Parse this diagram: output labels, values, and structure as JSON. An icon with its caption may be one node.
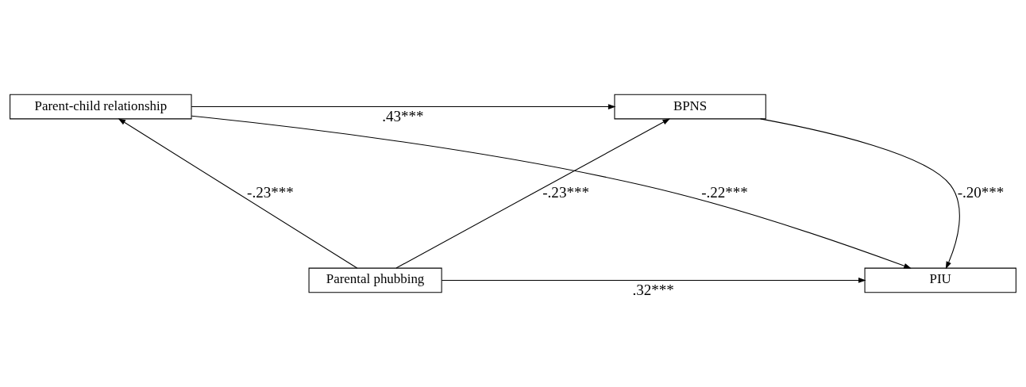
{
  "diagram": {
    "nodes": [
      {
        "text": [
          "Parental phubbing"
        ]
      },
      {
        "text": [
          "Parent-child relationship"
        ]
      },
      {
        "text": [
          "BPNS"
        ]
      },
      {
        "text": [
          "PIU"
        ]
      }
    ],
    "edges": [
      {
        "from": 0,
        "to": 1,
        "arrow": "to",
        "label": "-.23***"
      },
      {
        "from": 1,
        "to": 2,
        "arrow": "to",
        "label": ".43***"
      },
      {
        "from": 0,
        "to": 2,
        "arrow": "to",
        "label": "-.23***"
      },
      {
        "from": 1,
        "to": 3,
        "arrow": "to",
        "label": "-.22***"
      },
      {
        "from": 2,
        "to": 3,
        "arrow": "to",
        "label": "-.20***"
      },
      {
        "from": 0,
        "to": 3,
        "arrow": "to",
        "label": ".32***"
      }
    ]
  }
}
